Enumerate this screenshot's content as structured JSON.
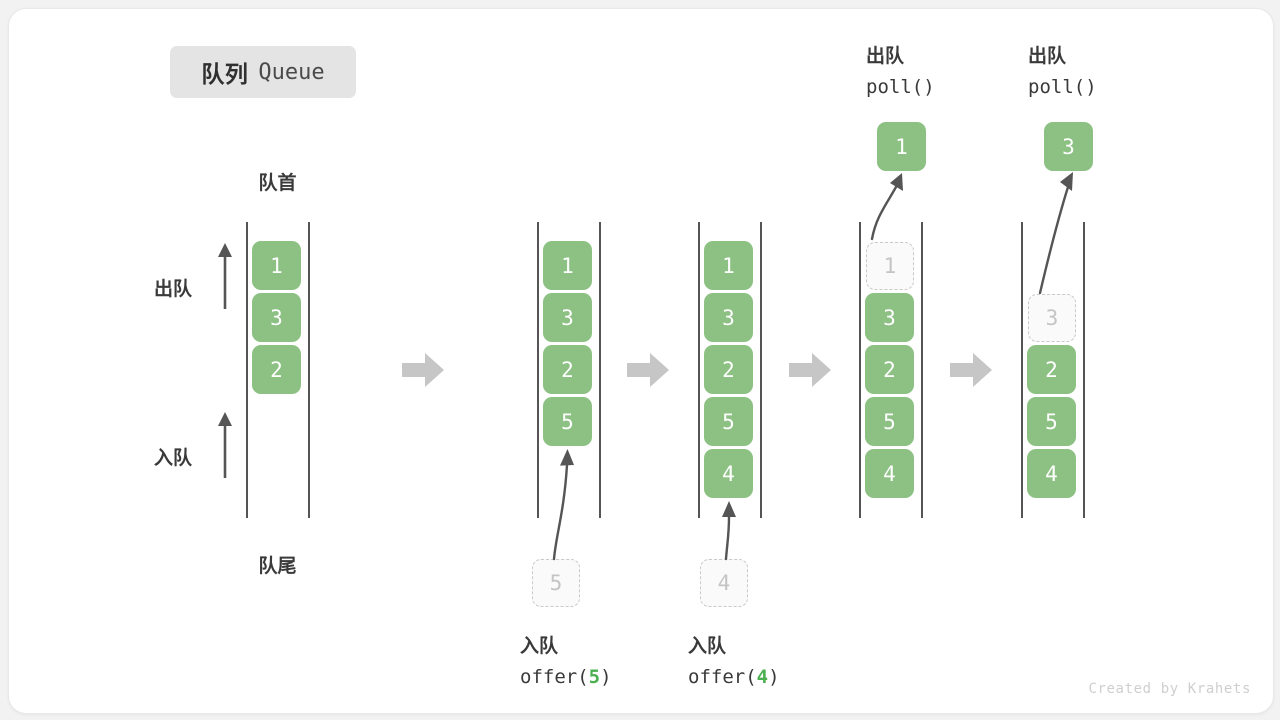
{
  "card": {
    "title_cn": "队列",
    "title_en": "Queue",
    "credit": "Created by Krahets"
  },
  "labels": {
    "head": "队首",
    "tail": "队尾",
    "dequeue": "出队",
    "enqueue": "入队",
    "poll_code": "poll()",
    "offer_prefix": "offer(",
    "offer_suffix": ")"
  },
  "icons": {
    "flow_arrow": "arrow-right-icon",
    "up_arrow": "arrow-up-icon",
    "motion_arrow": "curved-arrow-icon"
  },
  "colors": {
    "cell_green": "#8cc183",
    "accent_green": "#4caf50",
    "rail_gray": "#555555",
    "ghost_border": "#c9c9c9",
    "ghost_text": "#c4c4c4",
    "flow_arrow_gray": "#c6c6c6",
    "chip_bg": "#e4e4e4",
    "credit_gray": "#cfcfcf"
  },
  "states": [
    {
      "id": "state-initial",
      "caption_cn": "",
      "caption_code": "",
      "cells": [
        {
          "value": "1",
          "ghost": false
        },
        {
          "value": "3",
          "ghost": false
        },
        {
          "value": "2",
          "ghost": false
        }
      ],
      "popped": null,
      "incoming": null
    },
    {
      "id": "state-offer-5",
      "caption_cn": "入队",
      "caption_code": "offer(5)",
      "caption_arg": "5",
      "cells": [
        {
          "value": "1",
          "ghost": false
        },
        {
          "value": "3",
          "ghost": false
        },
        {
          "value": "2",
          "ghost": false
        },
        {
          "value": "5",
          "ghost": false
        }
      ],
      "popped": null,
      "incoming": {
        "value": "5"
      }
    },
    {
      "id": "state-offer-4",
      "caption_cn": "入队",
      "caption_code": "offer(4)",
      "caption_arg": "4",
      "cells": [
        {
          "value": "1",
          "ghost": false
        },
        {
          "value": "3",
          "ghost": false
        },
        {
          "value": "2",
          "ghost": false
        },
        {
          "value": "5",
          "ghost": false
        },
        {
          "value": "4",
          "ghost": false
        }
      ],
      "popped": null,
      "incoming": {
        "value": "4"
      }
    },
    {
      "id": "state-poll-1",
      "caption_cn": "出队",
      "caption_code": "poll()",
      "cells": [
        {
          "value": "1",
          "ghost": true
        },
        {
          "value": "3",
          "ghost": false
        },
        {
          "value": "2",
          "ghost": false
        },
        {
          "value": "5",
          "ghost": false
        },
        {
          "value": "4",
          "ghost": false
        }
      ],
      "popped": {
        "value": "1"
      },
      "incoming": null
    },
    {
      "id": "state-poll-3",
      "caption_cn": "出队",
      "caption_code": "poll()",
      "cells": [
        {
          "value": "3",
          "ghost": true
        },
        {
          "value": "2",
          "ghost": false
        },
        {
          "value": "5",
          "ghost": false
        },
        {
          "value": "4",
          "ghost": false
        }
      ],
      "popped": {
        "value": "3"
      },
      "incoming": null
    }
  ],
  "diagram_note": {
    "type": "sequence",
    "structure": "FIFO queue, head at top, tail at bottom",
    "steps": [
      "initial [1,3,2]",
      "offer(5) -> [1,3,2,5]",
      "offer(4) -> [1,3,2,5,4]",
      "poll() -> removes 1",
      "poll() -> removes 3"
    ]
  }
}
